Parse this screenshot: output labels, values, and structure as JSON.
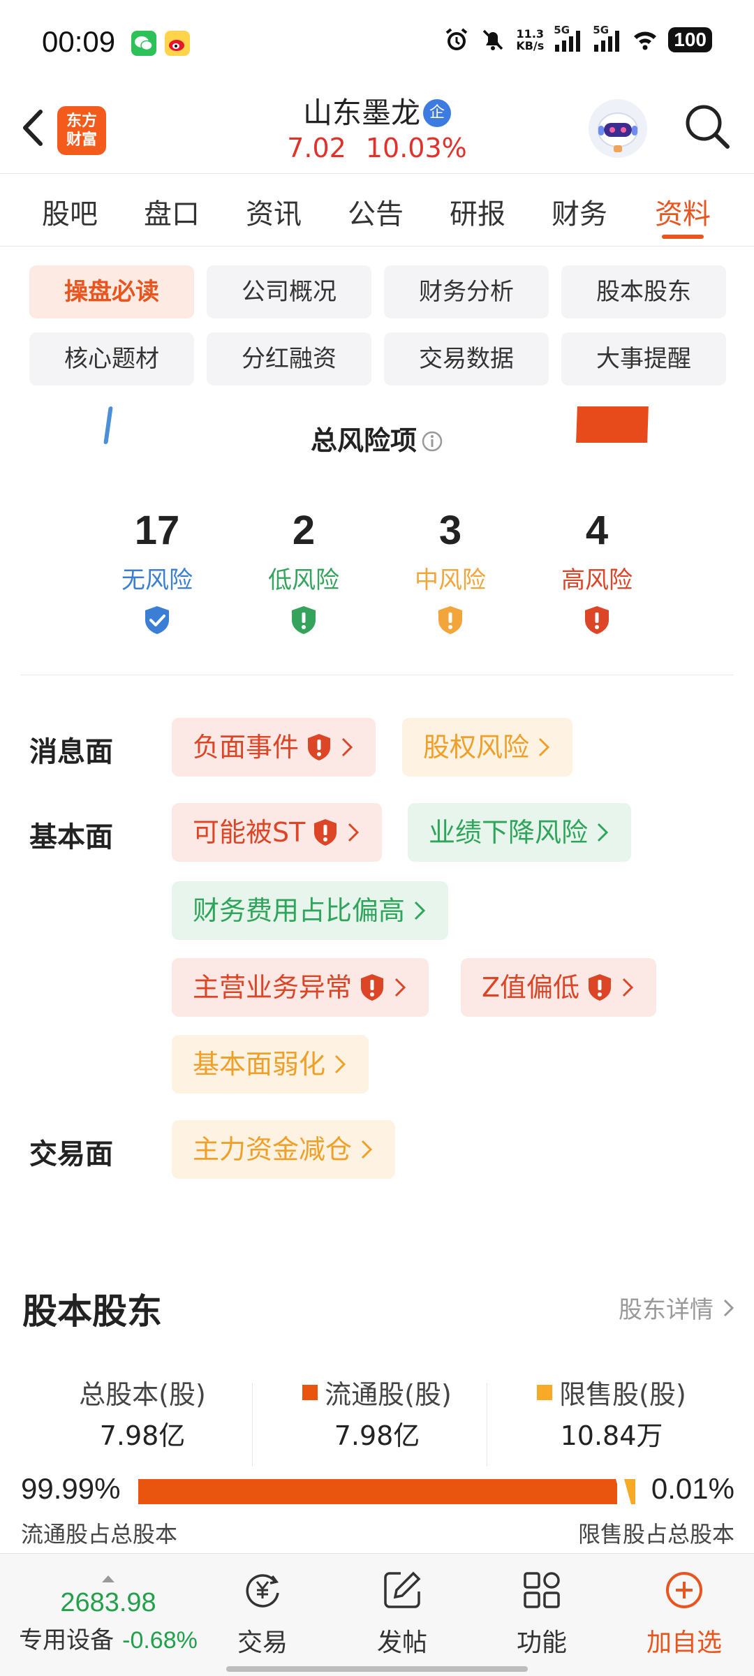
{
  "status_bar": {
    "time": "00:09",
    "net_speed_value": "11.3",
    "net_speed_unit": "KB/s",
    "signal_1": "5G",
    "signal_2": "5G",
    "battery": "100"
  },
  "header": {
    "logo_text_1": "东方",
    "logo_text_2": "财富",
    "stock_name": "山东墨龙",
    "verified_badge": "企",
    "price": "7.02",
    "change_pct": "10.03%"
  },
  "tabs": [
    "股吧",
    "盘口",
    "资讯",
    "公告",
    "研报",
    "财务",
    "资料"
  ],
  "active_tab": "资料",
  "chips": [
    "操盘必读",
    "公司概况",
    "财务分析",
    "股本股东",
    "核心题材",
    "分红融资",
    "交易数据",
    "大事提醒"
  ],
  "active_chip": "操盘必读",
  "risk_summary": {
    "title": "总风险项",
    "stats": [
      {
        "count": "17",
        "label": "无风险",
        "color": "#3a7fd5"
      },
      {
        "count": "2",
        "label": "低风险",
        "color": "#35a35c"
      },
      {
        "count": "3",
        "label": "中风险",
        "color": "#f2a53a"
      },
      {
        "count": "4",
        "label": "高风险",
        "color": "#dc4526"
      }
    ]
  },
  "categories": {
    "news": {
      "label": "消息面",
      "tags": [
        "负面事件",
        "股权风险"
      ]
    },
    "fundamental": {
      "label": "基本面",
      "tags": [
        "可能被ST",
        "业绩下降风险",
        "财务费用占比偏高",
        "主营业务异常",
        "Z值偏低",
        "基本面弱化"
      ]
    },
    "trading": {
      "label": "交易面",
      "tags": [
        "主力资金减仓"
      ]
    }
  },
  "share_section": {
    "title": "股本股东",
    "detail_link": "股东详情",
    "columns": [
      {
        "title": "总股本(股)",
        "value": "7.98亿"
      },
      {
        "title": "流通股(股)",
        "value": "7.98亿"
      },
      {
        "title": "限售股(股)",
        "value": "10.84万"
      }
    ],
    "float_pct": "99.99%",
    "restricted_pct": "0.01%",
    "float_fraction": 0.9999,
    "float_note": "流通股占总股本",
    "restricted_note": "限售股占总股本",
    "float_color": "#e9540f",
    "restricted_color": "#f7a928"
  },
  "bottom_nav": {
    "index_value": "2683.98",
    "index_name": "专用设备",
    "index_change": "-0.68%",
    "items": [
      "交易",
      "发帖",
      "功能",
      "加自选"
    ]
  },
  "colors": {
    "accent": "#e8551f",
    "up": "#e0312a",
    "down": "#23a04a"
  }
}
